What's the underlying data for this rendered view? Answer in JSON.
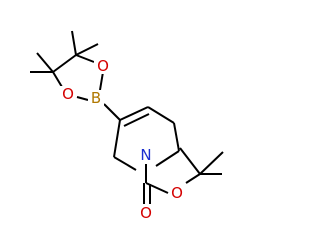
{
  "atoms": {
    "oxygen_top": {
      "symbol": "O",
      "color": "#d40000"
    },
    "oxygen_left": {
      "symbol": "O",
      "color": "#d40000"
    },
    "boron": {
      "symbol": "B",
      "color": "#b07800"
    },
    "nitrogen": {
      "symbol": "N",
      "color": "#1a2ed0"
    },
    "oxygen_ester": {
      "symbol": "O",
      "color": "#d40000"
    },
    "oxygen_carbonyl": {
      "symbol": "O",
      "color": "#d40000"
    }
  }
}
